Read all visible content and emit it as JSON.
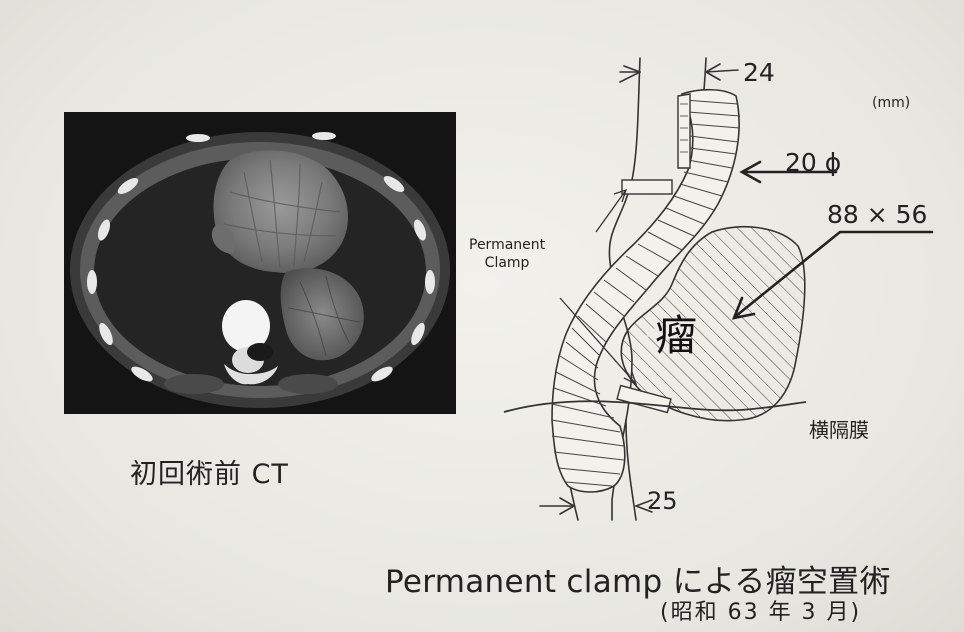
{
  "ct_image": {
    "caption": "初回術前 CT"
  },
  "diagram": {
    "unit": "(mm)",
    "top_diameter": "24",
    "vessel_diameter": "20 ϕ",
    "aneurysm_size": "88 × 56",
    "clamp_label_line1": "Permanent",
    "clamp_label_line2": "Clamp",
    "aneurysm_label": "瘤",
    "diaphragm_label": "横隔膜",
    "bottom_diameter": "25"
  },
  "title": {
    "main": "Permanent clamp による瘤空置術",
    "date": "(昭和 63 年 3 月)"
  }
}
